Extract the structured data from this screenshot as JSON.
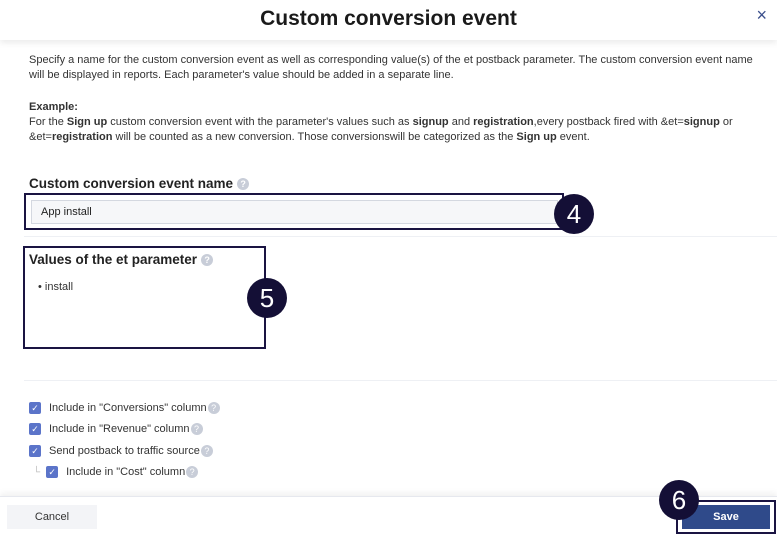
{
  "dialog": {
    "title": "Custom conversion event",
    "close_icon": "×"
  },
  "description": "Specify a name for the custom conversion event as well as corresponding value(s) of the et postback parameter. The custom conversion event name will be displayed in reports. Each parameter's value should be added in a separate line.",
  "example": {
    "heading": "Example:",
    "parts": [
      "For the ",
      "Sign up",
      " custom conversion event with the parameter's values such as ",
      "signup",
      " and ",
      "registration",
      ",every postback fired with &et=",
      "signup",
      " or ",
      "&et=",
      "registration",
      " will be counted as a new conversion. Those conversionswill be categorized as the ",
      "Sign up",
      " event."
    ]
  },
  "name_field": {
    "label": "Custom conversion event name",
    "value": "App install"
  },
  "values_field": {
    "label": "Values of the et parameter",
    "items": [
      "install"
    ]
  },
  "checkboxes": [
    {
      "label": "Include in \"Conversions\" column",
      "checked": true
    },
    {
      "label": "Include in \"Revenue\" column",
      "checked": true
    },
    {
      "label": "Send postback to traffic source",
      "checked": true
    },
    {
      "label": "Include in \"Cost\" column",
      "checked": true
    }
  ],
  "badges": [
    "4",
    "5",
    "6"
  ],
  "footer": {
    "cancel": "Cancel",
    "save": "Save"
  },
  "colors": {
    "accent": "#2f4a8a",
    "checkbox": "#5b74c9",
    "highlight": "#140f36"
  }
}
